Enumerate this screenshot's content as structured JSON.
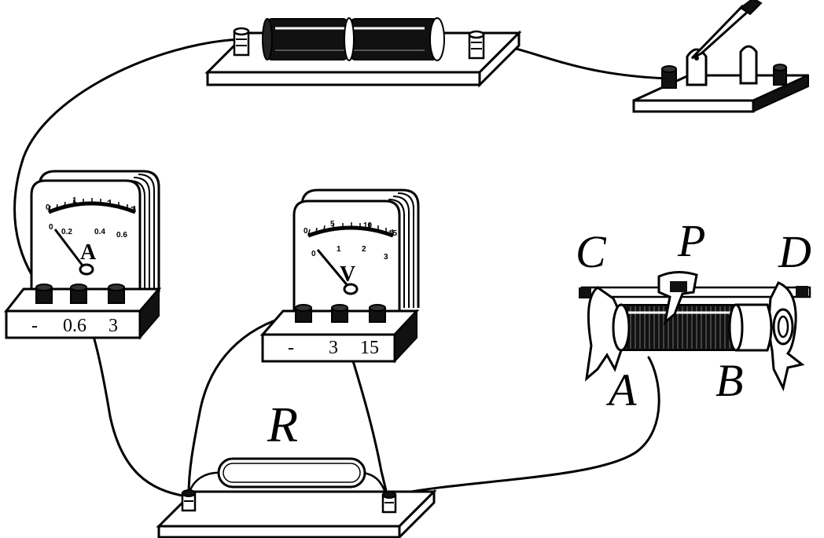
{
  "ammeter": {
    "symbol": "A",
    "terminals": [
      "-",
      "0.6",
      "3"
    ],
    "scale_top": [
      "0",
      "1",
      "2",
      "3"
    ],
    "scale_bottom": [
      "0",
      "0.2",
      "0.4",
      "0.6"
    ]
  },
  "voltmeter": {
    "symbol": "V",
    "terminals": [
      "-",
      "3",
      "15"
    ],
    "scale_top": [
      "0",
      "5",
      "10",
      "15"
    ],
    "scale_bottom": [
      "0",
      "1",
      "2",
      "3"
    ]
  },
  "resistor": {
    "label": "R"
  },
  "rheostat": {
    "labels": {
      "c": "C",
      "p": "P",
      "d": "D",
      "a": "A",
      "b": "B"
    }
  },
  "components": {
    "battery": "battery",
    "switch": "switch",
    "ammeter": "ammeter",
    "voltmeter": "voltmeter",
    "resistor": "resistor",
    "rheostat": "rheostat"
  }
}
